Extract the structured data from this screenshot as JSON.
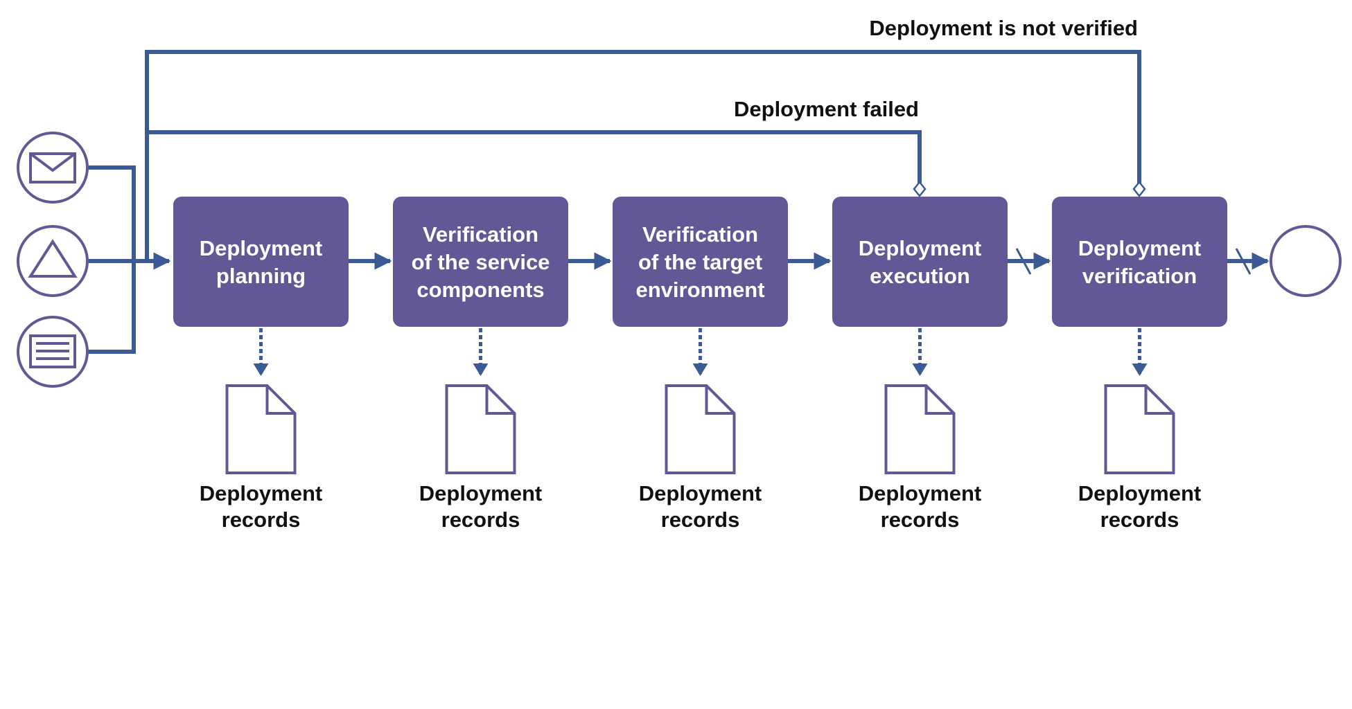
{
  "loops": {
    "not_verified": "Deployment is not verified",
    "failed": "Deployment failed"
  },
  "steps": [
    {
      "lines": [
        "Deployment",
        "planning"
      ]
    },
    {
      "lines": [
        "Verification",
        "of the service",
        "components"
      ]
    },
    {
      "lines": [
        "Verification",
        "of the target",
        "environment"
      ]
    },
    {
      "lines": [
        "Deployment",
        "execution"
      ]
    },
    {
      "lines": [
        "Deployment",
        "verification"
      ]
    }
  ],
  "records": {
    "lines": [
      "Deployment",
      "records"
    ]
  },
  "colors": {
    "box": "#635895",
    "line": "#3a5a96",
    "icon": "#635895",
    "text": "#111111"
  },
  "start_icons": [
    "mail-icon",
    "triangle-icon",
    "document-list-icon"
  ]
}
